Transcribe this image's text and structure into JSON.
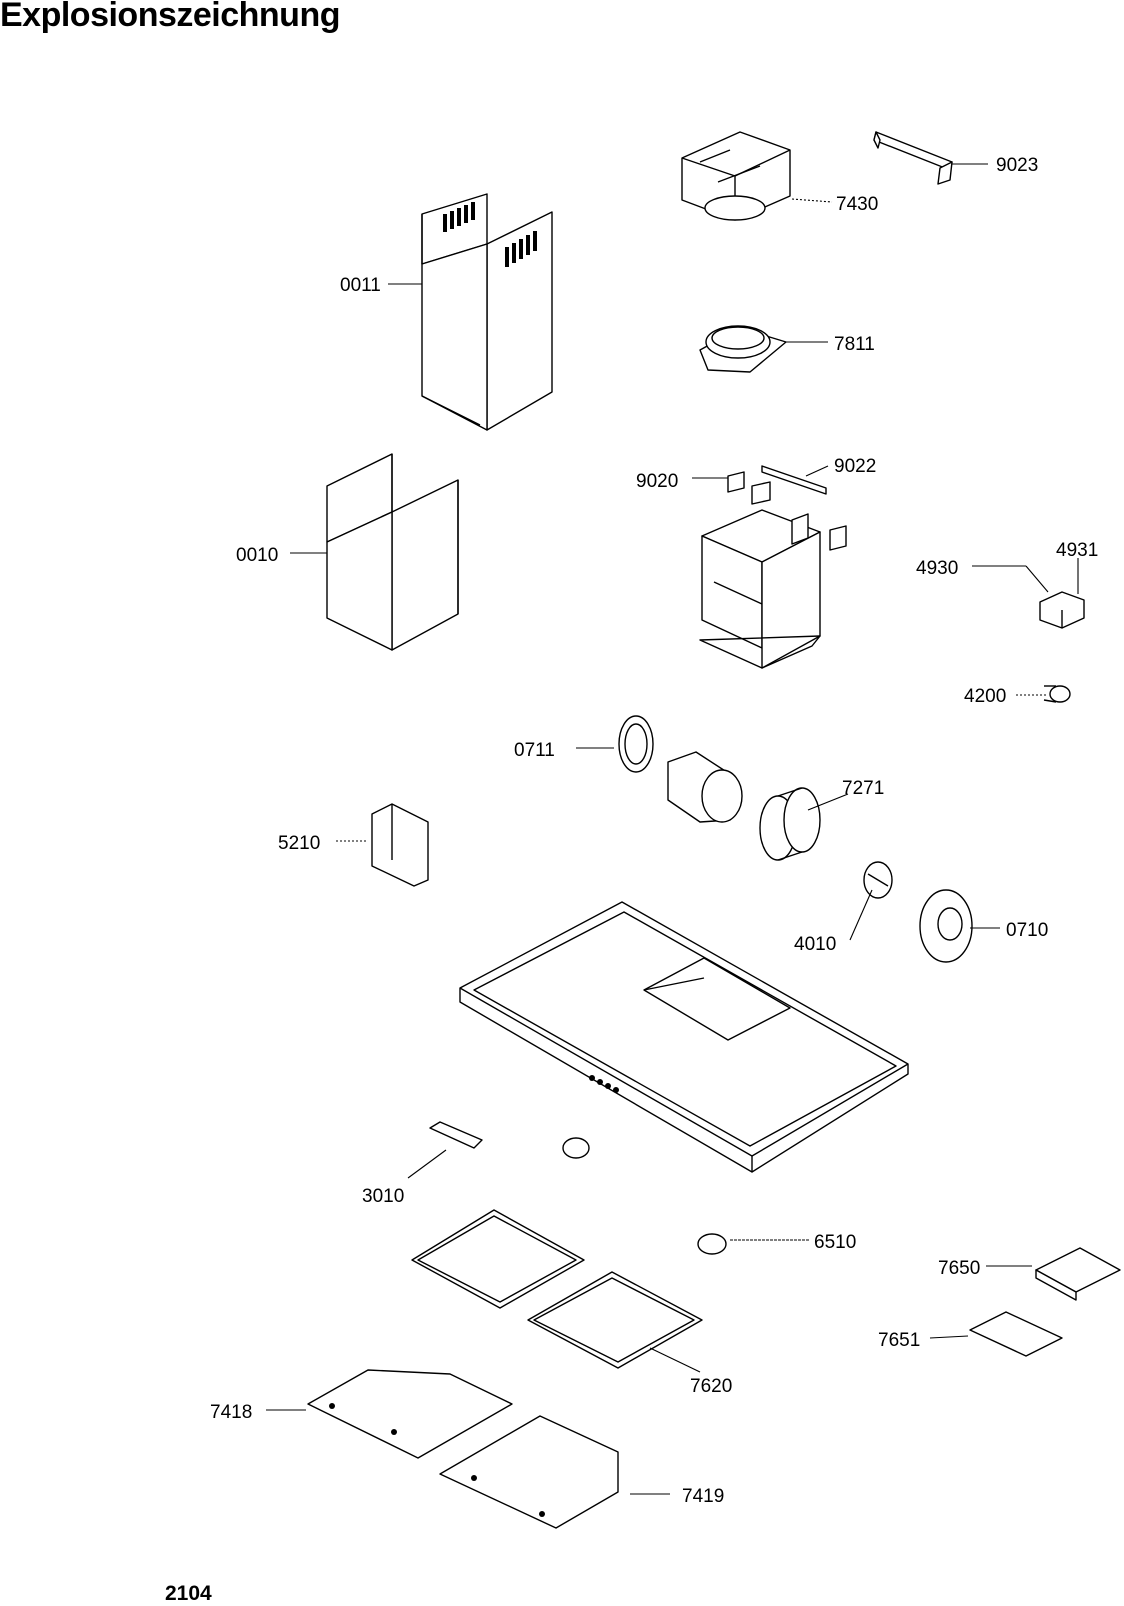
{
  "title": "Explosionszeichnung",
  "footer": "2104",
  "parts": [
    {
      "id": "p0011",
      "label": "0011"
    },
    {
      "id": "p0010",
      "label": "0010"
    },
    {
      "id": "p7430",
      "label": "7430"
    },
    {
      "id": "p9023",
      "label": "9023"
    },
    {
      "id": "p7811",
      "label": "7811"
    },
    {
      "id": "p9020",
      "label": "9020"
    },
    {
      "id": "p9022",
      "label": "9022"
    },
    {
      "id": "p4930",
      "label": "4930"
    },
    {
      "id": "p4931",
      "label": "4931"
    },
    {
      "id": "p4200",
      "label": "4200"
    },
    {
      "id": "p0711",
      "label": "0711"
    },
    {
      "id": "p7271",
      "label": "7271"
    },
    {
      "id": "p5210",
      "label": "5210"
    },
    {
      "id": "p4010",
      "label": "4010"
    },
    {
      "id": "p0710",
      "label": "0710"
    },
    {
      "id": "p3010",
      "label": "3010"
    },
    {
      "id": "p6510",
      "label": "6510"
    },
    {
      "id": "p7650",
      "label": "7650"
    },
    {
      "id": "p7651",
      "label": "7651"
    },
    {
      "id": "p7620",
      "label": "7620"
    },
    {
      "id": "p7418",
      "label": "7418"
    },
    {
      "id": "p7419",
      "label": "7419"
    }
  ]
}
